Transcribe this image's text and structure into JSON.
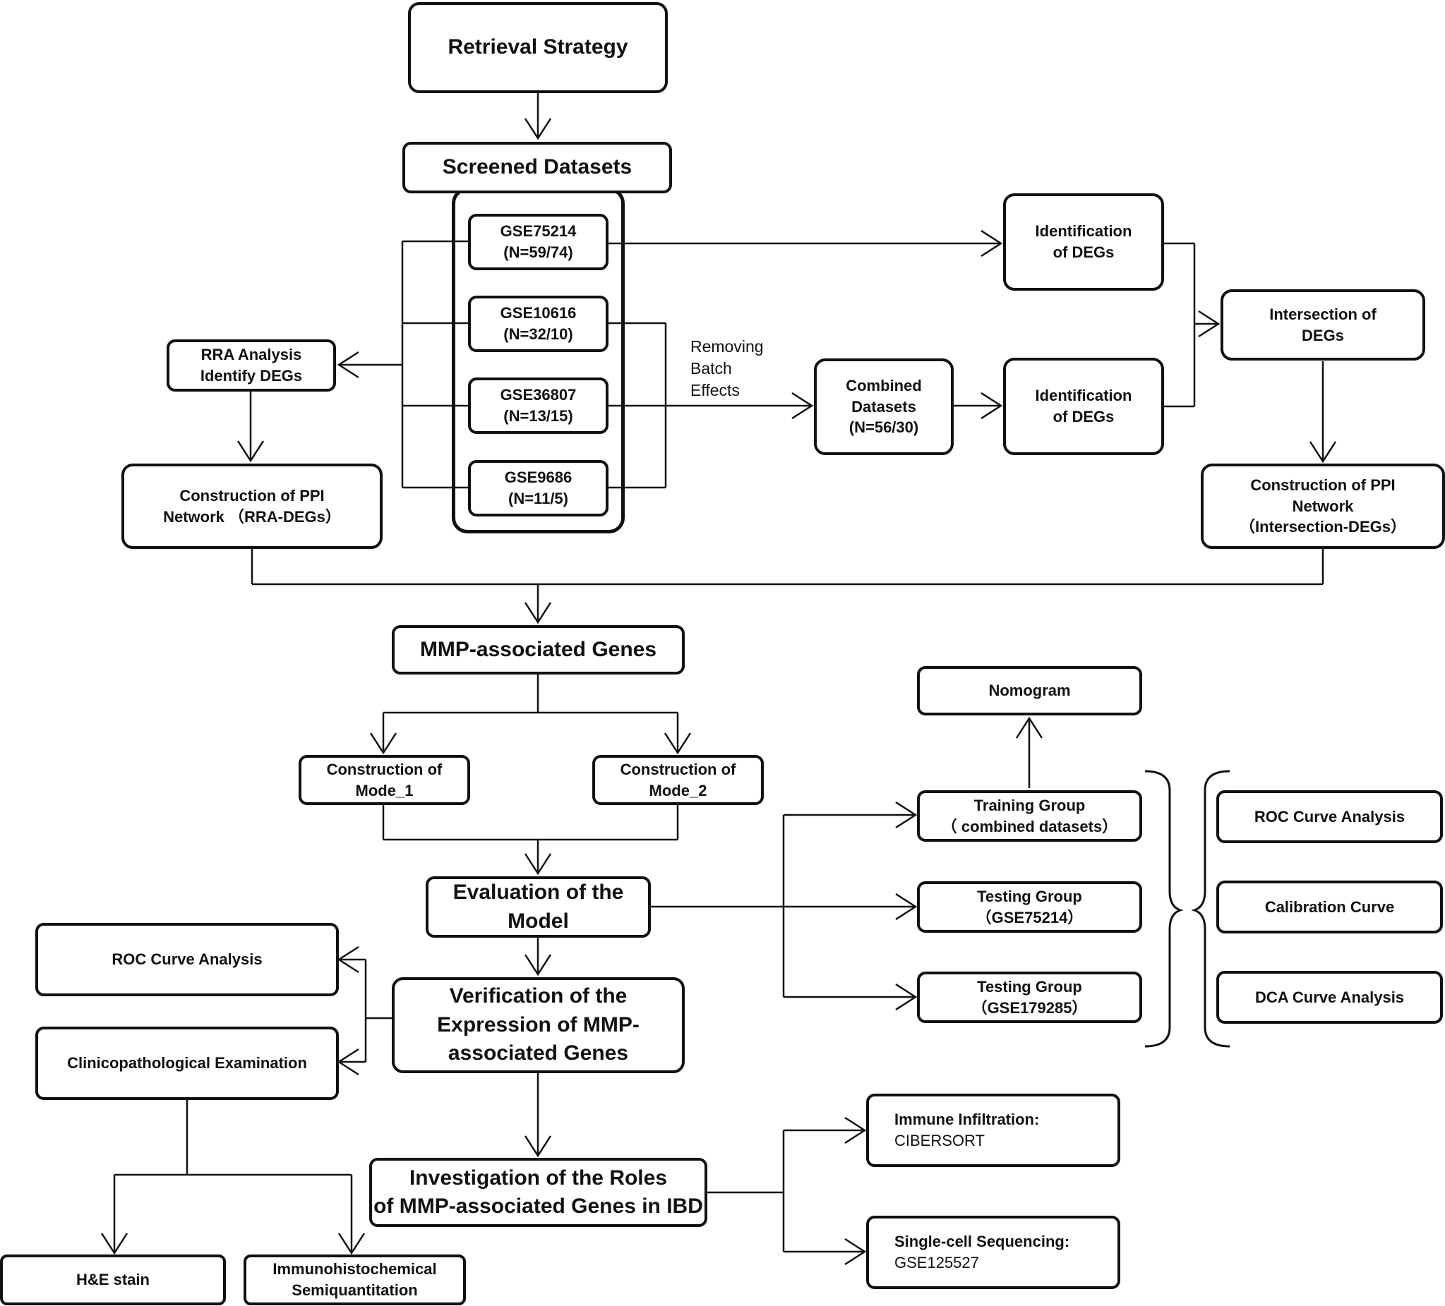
{
  "nodes": {
    "retrieval": {
      "l1": "Retrieval Strategy"
    },
    "screened": {
      "l1": "Screened Datasets"
    },
    "gse75214": {
      "l1": "GSE75214",
      "l2": "(N=59/74)"
    },
    "gse10616": {
      "l1": "GSE10616",
      "l2": "(N=32/10)"
    },
    "gse36807": {
      "l1": "GSE36807",
      "l2": "(N=13/15)"
    },
    "gse9686": {
      "l1": "GSE9686",
      "l2": "(N=11/5)"
    },
    "rra": {
      "l1": "RRA Analysis",
      "l2": "Identify DEGs"
    },
    "ppi_rra": {
      "l1": "Construction of PPI",
      "l2": "Network （RRA-DEGs）"
    },
    "ident1": {
      "l1": "Identification",
      "l2": "of DEGs"
    },
    "combined": {
      "l1": "Combined",
      "l2": "Datasets",
      "l3": "(N=56/30)"
    },
    "ident2": {
      "l1": "Identification",
      "l2": "of DEGs"
    },
    "intersection": {
      "l1": "Intersection of",
      "l2": "DEGs"
    },
    "ppi_int": {
      "l1": "Construction of PPI",
      "l2": "Network",
      "l3": "（Intersection-DEGs）"
    },
    "mmp": {
      "l1": "MMP-associated Genes"
    },
    "mode1": {
      "l1": "Construction of",
      "l2": "Mode_1"
    },
    "mode2": {
      "l1": "Construction of",
      "l2": "Mode_2"
    },
    "evaluation": {
      "l1": "Evaluation of the",
      "l2": "Model"
    },
    "nomogram": {
      "l1": "Nomogram"
    },
    "training": {
      "l1": "Training Group",
      "l2": "（ combined datasets）"
    },
    "testing1": {
      "l1": "Testing Group",
      "l2": "（GSE75214）"
    },
    "testing2": {
      "l1": "Testing Group",
      "l2": "（GSE179285）"
    },
    "roc_right": {
      "l1": "ROC Curve Analysis"
    },
    "calibration": {
      "l1": "Calibration Curve"
    },
    "dca": {
      "l1": "DCA Curve Analysis"
    },
    "verification": {
      "l1": "Verification of the",
      "l2": "Expression of MMP-",
      "l3": "associated Genes"
    },
    "roc_left": {
      "l1": "ROC Curve Analysis"
    },
    "clinico": {
      "l1": "Clinicopathological Examination"
    },
    "investigation": {
      "l1": "Investigation of the Roles",
      "l2": "of MMP-associated Genes in IBD"
    },
    "immune": {
      "l1": "Immune Infiltration:",
      "l2": "CIBERSORT"
    },
    "singlecell": {
      "l1": "Single-cell Sequencing:",
      "l2": "GSE125527"
    },
    "he": {
      "l1": "H&E stain"
    },
    "ihc": {
      "l1": "Immunohistochemical",
      "l2": "Semiquantitation"
    }
  },
  "labels": {
    "batch": {
      "l1": "Removing",
      "l2": "Batch",
      "l3": "Effects"
    }
  },
  "colors": {
    "stroke": "#111111",
    "background": "#ffffff"
  }
}
